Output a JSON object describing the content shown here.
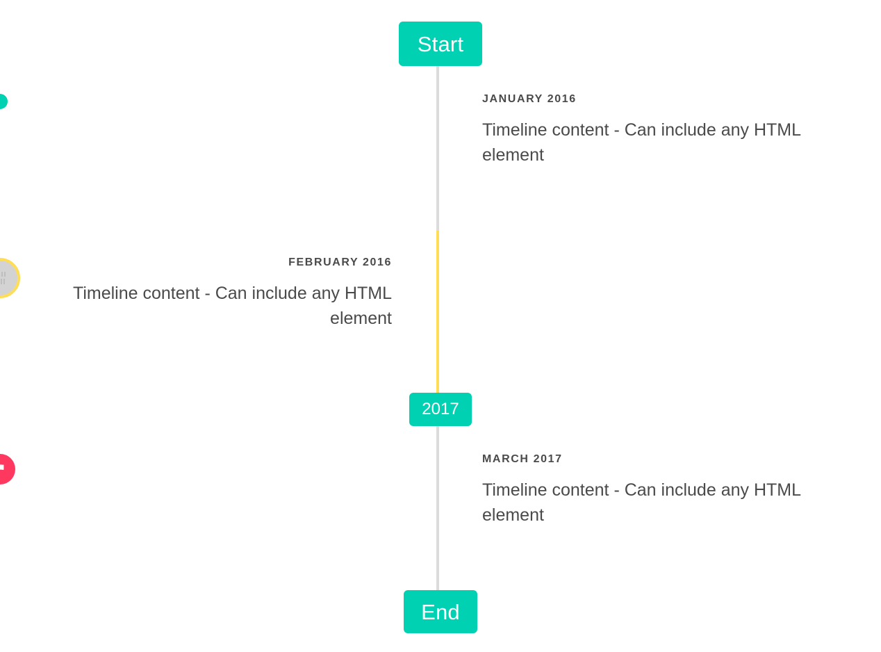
{
  "colors": {
    "accent_teal": "#00d1b2",
    "rail_gray": "#dbdbdb",
    "rail_yellow": "#ffdd57",
    "marker_pink": "#ff3860",
    "marker_gray_fill": "#d3d3d3",
    "text_dark": "#4a4a4a",
    "background": "#ffffff"
  },
  "header_badge": {
    "label": "Start"
  },
  "mid_badge": {
    "label": "2017"
  },
  "footer_badge": {
    "label": "End"
  },
  "items": [
    {
      "heading": "JANUARY 2016",
      "body": "Timeline content - Can include any HTML element",
      "side": "right",
      "marker": "dot-icon"
    },
    {
      "heading": "FEBRUARY 2016",
      "body": "Timeline content - Can include any HTML element",
      "side": "left",
      "marker": "broken-image-icon"
    },
    {
      "heading": "MARCH 2017",
      "body": "Timeline content - Can include any HTML element",
      "side": "right",
      "marker": "flag-icon"
    }
  ]
}
